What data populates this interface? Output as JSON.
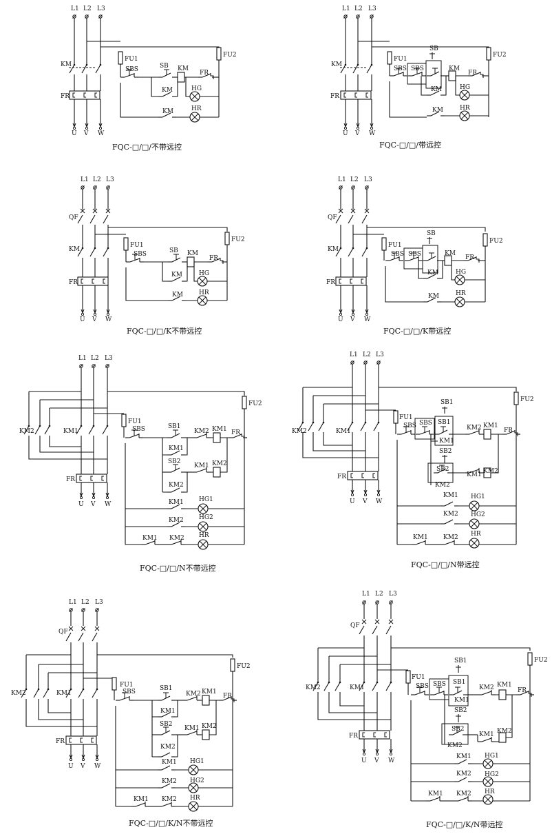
{
  "labels": {
    "l1": "L1",
    "l2": "L2",
    "l3": "L3",
    "u": "U",
    "v": "V",
    "w": "W",
    "km": "KM",
    "fr": "FR",
    "fu1": "FU1",
    "fu2": "FU2",
    "sbs": "SBS",
    "sb": "SB",
    "sb1": "SB1",
    "sb2": "SB2",
    "km1": "KM1",
    "km2": "KM2",
    "hg": "HG",
    "hg1": "HG1",
    "hg2": "HG2",
    "hr": "HR",
    "qf": "QF"
  },
  "captions": [
    "FQC-□/□/不带远控",
    "FQC-□/□/带远控",
    "FQC-□/□/K不带远控",
    "FQC-□/□/K带远控",
    "FQC-□/□/N不带远控",
    "FQC-□/□/N带远控",
    "FQC-□/□/K/N不带远控",
    "FQC-□/□/K/N带远控"
  ]
}
